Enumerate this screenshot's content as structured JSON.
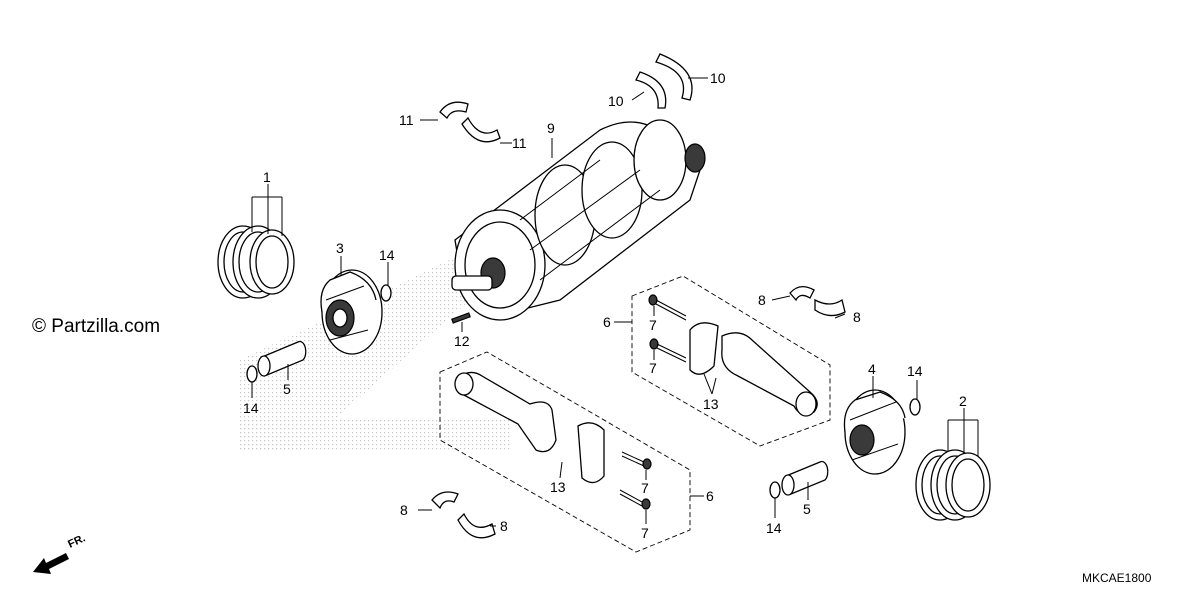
{
  "watermark": "© Partzilla.com",
  "diagram_code": "MKCAE1800",
  "front_label": "FR.",
  "callouts": [
    {
      "id": "c1",
      "text": "1"
    },
    {
      "id": "c2",
      "text": "2"
    },
    {
      "id": "c3",
      "text": "3"
    },
    {
      "id": "c4",
      "text": "4"
    },
    {
      "id": "c5a",
      "text": "5"
    },
    {
      "id": "c5b",
      "text": "5"
    },
    {
      "id": "c6a",
      "text": "6"
    },
    {
      "id": "c6b",
      "text": "6"
    },
    {
      "id": "c7a",
      "text": "7"
    },
    {
      "id": "c7b",
      "text": "7"
    },
    {
      "id": "c7c",
      "text": "7"
    },
    {
      "id": "c7d",
      "text": "7"
    },
    {
      "id": "c8a",
      "text": "8"
    },
    {
      "id": "c8b",
      "text": "8"
    },
    {
      "id": "c8c",
      "text": "8"
    },
    {
      "id": "c8d",
      "text": "8"
    },
    {
      "id": "c9",
      "text": "9"
    },
    {
      "id": "c10a",
      "text": "10"
    },
    {
      "id": "c10b",
      "text": "10"
    },
    {
      "id": "c11a",
      "text": "11"
    },
    {
      "id": "c11b",
      "text": "11"
    },
    {
      "id": "c12",
      "text": "12"
    },
    {
      "id": "c13a",
      "text": "13"
    },
    {
      "id": "c13b",
      "text": "13"
    },
    {
      "id": "c14a",
      "text": "14"
    },
    {
      "id": "c14b",
      "text": "14"
    },
    {
      "id": "c14c",
      "text": "14"
    },
    {
      "id": "c14d",
      "text": "14"
    }
  ]
}
